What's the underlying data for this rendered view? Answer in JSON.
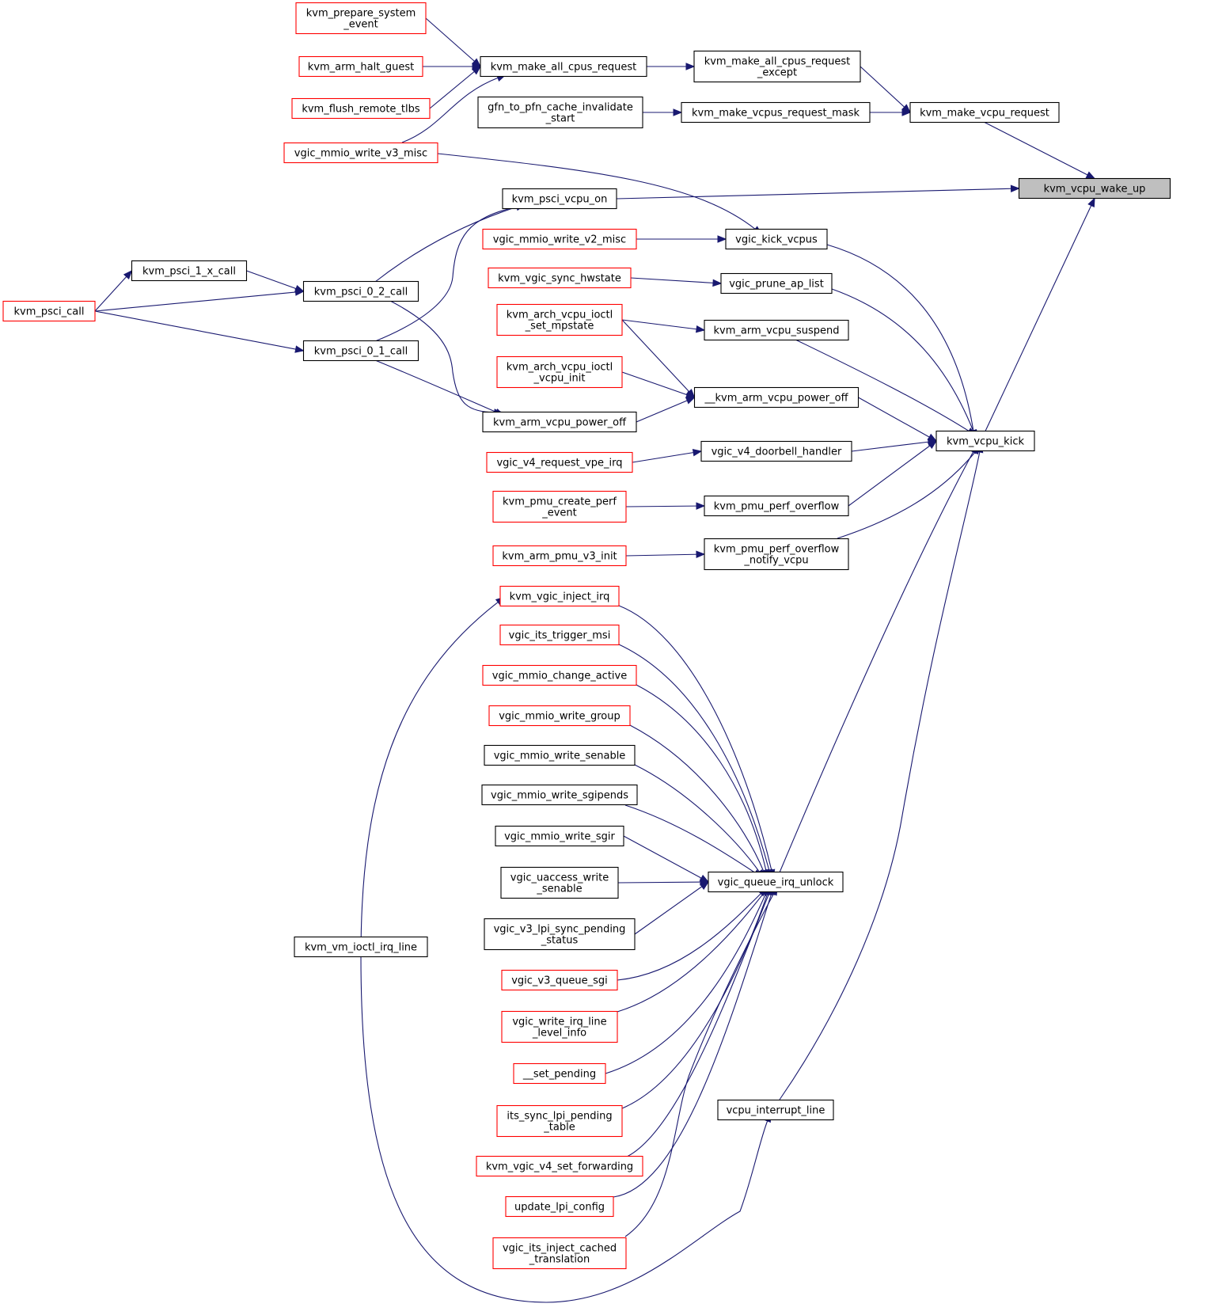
{
  "graph": {
    "kind": "caller-graph",
    "colors": {
      "edge": "#191970",
      "border_documented": "#000000",
      "border_truncated": "#ff0000",
      "current_fill": "#bfbfbf",
      "node_fill": "#ffffff"
    },
    "nodes": [
      {
        "id": "wake_up",
        "lines": [
          "kvm_vcpu_wake_up"
        ],
        "border": "current"
      },
      {
        "id": "kick",
        "lines": [
          "kvm_vcpu_kick"
        ],
        "border": "black"
      },
      {
        "id": "make_vcpu_request",
        "lines": [
          "kvm_make_vcpu_request"
        ],
        "border": "black"
      },
      {
        "id": "make_all_except",
        "lines": [
          "kvm_make_all_cpus_request",
          "_except"
        ],
        "border": "black"
      },
      {
        "id": "make_vcpus_mask",
        "lines": [
          "kvm_make_vcpus_request_mask"
        ],
        "border": "black"
      },
      {
        "id": "make_all",
        "lines": [
          "kvm_make_all_cpus_request"
        ],
        "border": "black"
      },
      {
        "id": "gfn_cache",
        "lines": [
          "gfn_to_pfn_cache_invalidate",
          "_start"
        ],
        "border": "black"
      },
      {
        "id": "prepare_system_event",
        "lines": [
          "kvm_prepare_system",
          "_event"
        ],
        "border": "red"
      },
      {
        "id": "arm_halt_guest",
        "lines": [
          "kvm_arm_halt_guest"
        ],
        "border": "red"
      },
      {
        "id": "flush_remote_tlbs",
        "lines": [
          "kvm_flush_remote_tlbs"
        ],
        "border": "red"
      },
      {
        "id": "mmio_write_v3_misc",
        "lines": [
          "vgic_mmio_write_v3_misc"
        ],
        "border": "red"
      },
      {
        "id": "psci_vcpu_on",
        "lines": [
          "kvm_psci_vcpu_on"
        ],
        "border": "black"
      },
      {
        "id": "kick_vcpus",
        "lines": [
          "vgic_kick_vcpus"
        ],
        "border": "black"
      },
      {
        "id": "mmio_write_v2_misc",
        "lines": [
          "vgic_mmio_write_v2_misc"
        ],
        "border": "red"
      },
      {
        "id": "psci_1_x",
        "lines": [
          "kvm_psci_1_x_call"
        ],
        "border": "black"
      },
      {
        "id": "psci_0_2",
        "lines": [
          "kvm_psci_0_2_call"
        ],
        "border": "black"
      },
      {
        "id": "psci_call",
        "lines": [
          "kvm_psci_call"
        ],
        "border": "red"
      },
      {
        "id": "psci_0_1",
        "lines": [
          "kvm_psci_0_1_call"
        ],
        "border": "black"
      },
      {
        "id": "sync_hwstate",
        "lines": [
          "kvm_vgic_sync_hwstate"
        ],
        "border": "red"
      },
      {
        "id": "prune_ap_list",
        "lines": [
          "vgic_prune_ap_list"
        ],
        "border": "black"
      },
      {
        "id": "ioctl_set_mpstate",
        "lines": [
          "kvm_arch_vcpu_ioctl",
          "_set_mpstate"
        ],
        "border": "red"
      },
      {
        "id": "vcpu_suspend",
        "lines": [
          "kvm_arm_vcpu_suspend"
        ],
        "border": "black"
      },
      {
        "id": "ioctl_vcpu_init",
        "lines": [
          "kvm_arch_vcpu_ioctl",
          "_vcpu_init"
        ],
        "border": "red"
      },
      {
        "id": "__power_off",
        "lines": [
          "__kvm_arm_vcpu_power_off"
        ],
        "border": "black"
      },
      {
        "id": "power_off",
        "lines": [
          "kvm_arm_vcpu_power_off"
        ],
        "border": "black"
      },
      {
        "id": "v4_request_vpe_irq",
        "lines": [
          "vgic_v4_request_vpe_irq"
        ],
        "border": "red"
      },
      {
        "id": "v4_doorbell",
        "lines": [
          "vgic_v4_doorbell_handler"
        ],
        "border": "black"
      },
      {
        "id": "pmu_create_perf",
        "lines": [
          "kvm_pmu_create_perf",
          "_event"
        ],
        "border": "red"
      },
      {
        "id": "pmu_perf_overflow",
        "lines": [
          "kvm_pmu_perf_overflow"
        ],
        "border": "black"
      },
      {
        "id": "arm_pmu_v3_init",
        "lines": [
          "kvm_arm_pmu_v3_init"
        ],
        "border": "red"
      },
      {
        "id": "pmu_overflow_notify",
        "lines": [
          "kvm_pmu_perf_overflow",
          "_notify_vcpu"
        ],
        "border": "black"
      },
      {
        "id": "inject_irq",
        "lines": [
          "kvm_vgic_inject_irq"
        ],
        "border": "red"
      },
      {
        "id": "its_trigger_msi",
        "lines": [
          "vgic_its_trigger_msi"
        ],
        "border": "red"
      },
      {
        "id": "mmio_change_active",
        "lines": [
          "vgic_mmio_change_active"
        ],
        "border": "red"
      },
      {
        "id": "mmio_write_group",
        "lines": [
          "vgic_mmio_write_group"
        ],
        "border": "red"
      },
      {
        "id": "mmio_write_senable",
        "lines": [
          "vgic_mmio_write_senable"
        ],
        "border": "black"
      },
      {
        "id": "mmio_write_sgipends",
        "lines": [
          "vgic_mmio_write_sgipends"
        ],
        "border": "black"
      },
      {
        "id": "mmio_write_sgir",
        "lines": [
          "vgic_mmio_write_sgir"
        ],
        "border": "black"
      },
      {
        "id": "uaccess_write_senable",
        "lines": [
          "vgic_uaccess_write",
          "_senable"
        ],
        "border": "black"
      },
      {
        "id": "queue_irq_unlock",
        "lines": [
          "vgic_queue_irq_unlock"
        ],
        "border": "black"
      },
      {
        "id": "v3_lpi_sync",
        "lines": [
          "vgic_v3_lpi_sync_pending",
          "_status"
        ],
        "border": "black"
      },
      {
        "id": "vm_ioctl_irq_line",
        "lines": [
          "kvm_vm_ioctl_irq_line"
        ],
        "border": "black"
      },
      {
        "id": "v3_queue_sgi",
        "lines": [
          "vgic_v3_queue_sgi"
        ],
        "border": "red"
      },
      {
        "id": "write_irq_line_level",
        "lines": [
          "vgic_write_irq_line",
          "_level_info"
        ],
        "border": "red"
      },
      {
        "id": "set_pending",
        "lines": [
          "__set_pending"
        ],
        "border": "red"
      },
      {
        "id": "its_sync_lpi",
        "lines": [
          "its_sync_lpi_pending",
          "_table"
        ],
        "border": "red"
      },
      {
        "id": "vcpu_interrupt_line",
        "lines": [
          "vcpu_interrupt_line"
        ],
        "border": "black"
      },
      {
        "id": "v4_set_forwarding",
        "lines": [
          "kvm_vgic_v4_set_forwarding"
        ],
        "border": "red"
      },
      {
        "id": "update_lpi_config",
        "lines": [
          "update_lpi_config"
        ],
        "border": "red"
      },
      {
        "id": "its_inject_cached",
        "lines": [
          "vgic_its_inject_cached",
          "_translation"
        ],
        "border": "red"
      }
    ],
    "edges": [
      {
        "from": "make_vcpu_request",
        "to": "wake_up"
      },
      {
        "from": "psci_vcpu_on",
        "to": "wake_up"
      },
      {
        "from": "kick",
        "to": "wake_up"
      },
      {
        "from": "make_all_except",
        "to": "make_vcpu_request"
      },
      {
        "from": "make_vcpus_mask",
        "to": "make_vcpu_request"
      },
      {
        "from": "make_all",
        "to": "make_all_except"
      },
      {
        "from": "gfn_cache",
        "to": "make_vcpus_mask"
      },
      {
        "from": "prepare_system_event",
        "to": "make_all"
      },
      {
        "from": "arm_halt_guest",
        "to": "make_all"
      },
      {
        "from": "flush_remote_tlbs",
        "to": "make_all"
      },
      {
        "from": "mmio_write_v3_misc",
        "to": "make_all"
      },
      {
        "from": "mmio_write_v3_misc",
        "to": "kick_vcpus"
      },
      {
        "from": "psci_0_2",
        "to": "psci_vcpu_on"
      },
      {
        "from": "psci_0_1",
        "to": "psci_vcpu_on"
      },
      {
        "from": "mmio_write_v2_misc",
        "to": "kick_vcpus"
      },
      {
        "from": "psci_call",
        "to": "psci_1_x"
      },
      {
        "from": "psci_1_x",
        "to": "psci_0_2"
      },
      {
        "from": "psci_call",
        "to": "psci_0_2"
      },
      {
        "from": "psci_call",
        "to": "psci_0_1"
      },
      {
        "from": "psci_0_2",
        "to": "power_off"
      },
      {
        "from": "psci_0_1",
        "to": "power_off"
      },
      {
        "from": "sync_hwstate",
        "to": "prune_ap_list"
      },
      {
        "from": "ioctl_set_mpstate",
        "to": "vcpu_suspend"
      },
      {
        "from": "ioctl_set_mpstate",
        "to": "__power_off"
      },
      {
        "from": "ioctl_vcpu_init",
        "to": "__power_off"
      },
      {
        "from": "power_off",
        "to": "__power_off"
      },
      {
        "from": "kick_vcpus",
        "to": "kick"
      },
      {
        "from": "prune_ap_list",
        "to": "kick"
      },
      {
        "from": "vcpu_suspend",
        "to": "kick"
      },
      {
        "from": "__power_off",
        "to": "kick"
      },
      {
        "from": "v4_doorbell",
        "to": "kick"
      },
      {
        "from": "pmu_perf_overflow",
        "to": "kick"
      },
      {
        "from": "pmu_overflow_notify",
        "to": "kick"
      },
      {
        "from": "queue_irq_unlock",
        "to": "kick"
      },
      {
        "from": "vcpu_interrupt_line",
        "to": "kick"
      },
      {
        "from": "v4_request_vpe_irq",
        "to": "v4_doorbell"
      },
      {
        "from": "pmu_create_perf",
        "to": "pmu_perf_overflow"
      },
      {
        "from": "arm_pmu_v3_init",
        "to": "pmu_overflow_notify"
      },
      {
        "from": "vm_ioctl_irq_line",
        "to": "inject_irq"
      },
      {
        "from": "vm_ioctl_irq_line",
        "to": "vcpu_interrupt_line"
      },
      {
        "from": "inject_irq",
        "to": "queue_irq_unlock"
      },
      {
        "from": "its_trigger_msi",
        "to": "queue_irq_unlock"
      },
      {
        "from": "mmio_change_active",
        "to": "queue_irq_unlock"
      },
      {
        "from": "mmio_write_group",
        "to": "queue_irq_unlock"
      },
      {
        "from": "mmio_write_senable",
        "to": "queue_irq_unlock"
      },
      {
        "from": "mmio_write_sgipends",
        "to": "queue_irq_unlock"
      },
      {
        "from": "mmio_write_sgir",
        "to": "queue_irq_unlock"
      },
      {
        "from": "uaccess_write_senable",
        "to": "queue_irq_unlock"
      },
      {
        "from": "v3_lpi_sync",
        "to": "queue_irq_unlock"
      },
      {
        "from": "v3_queue_sgi",
        "to": "queue_irq_unlock"
      },
      {
        "from": "write_irq_line_level",
        "to": "queue_irq_unlock"
      },
      {
        "from": "set_pending",
        "to": "queue_irq_unlock"
      },
      {
        "from": "its_sync_lpi",
        "to": "queue_irq_unlock"
      },
      {
        "from": "v4_set_forwarding",
        "to": "queue_irq_unlock"
      },
      {
        "from": "update_lpi_config",
        "to": "queue_irq_unlock"
      },
      {
        "from": "its_inject_cached",
        "to": "queue_irq_unlock"
      }
    ]
  }
}
